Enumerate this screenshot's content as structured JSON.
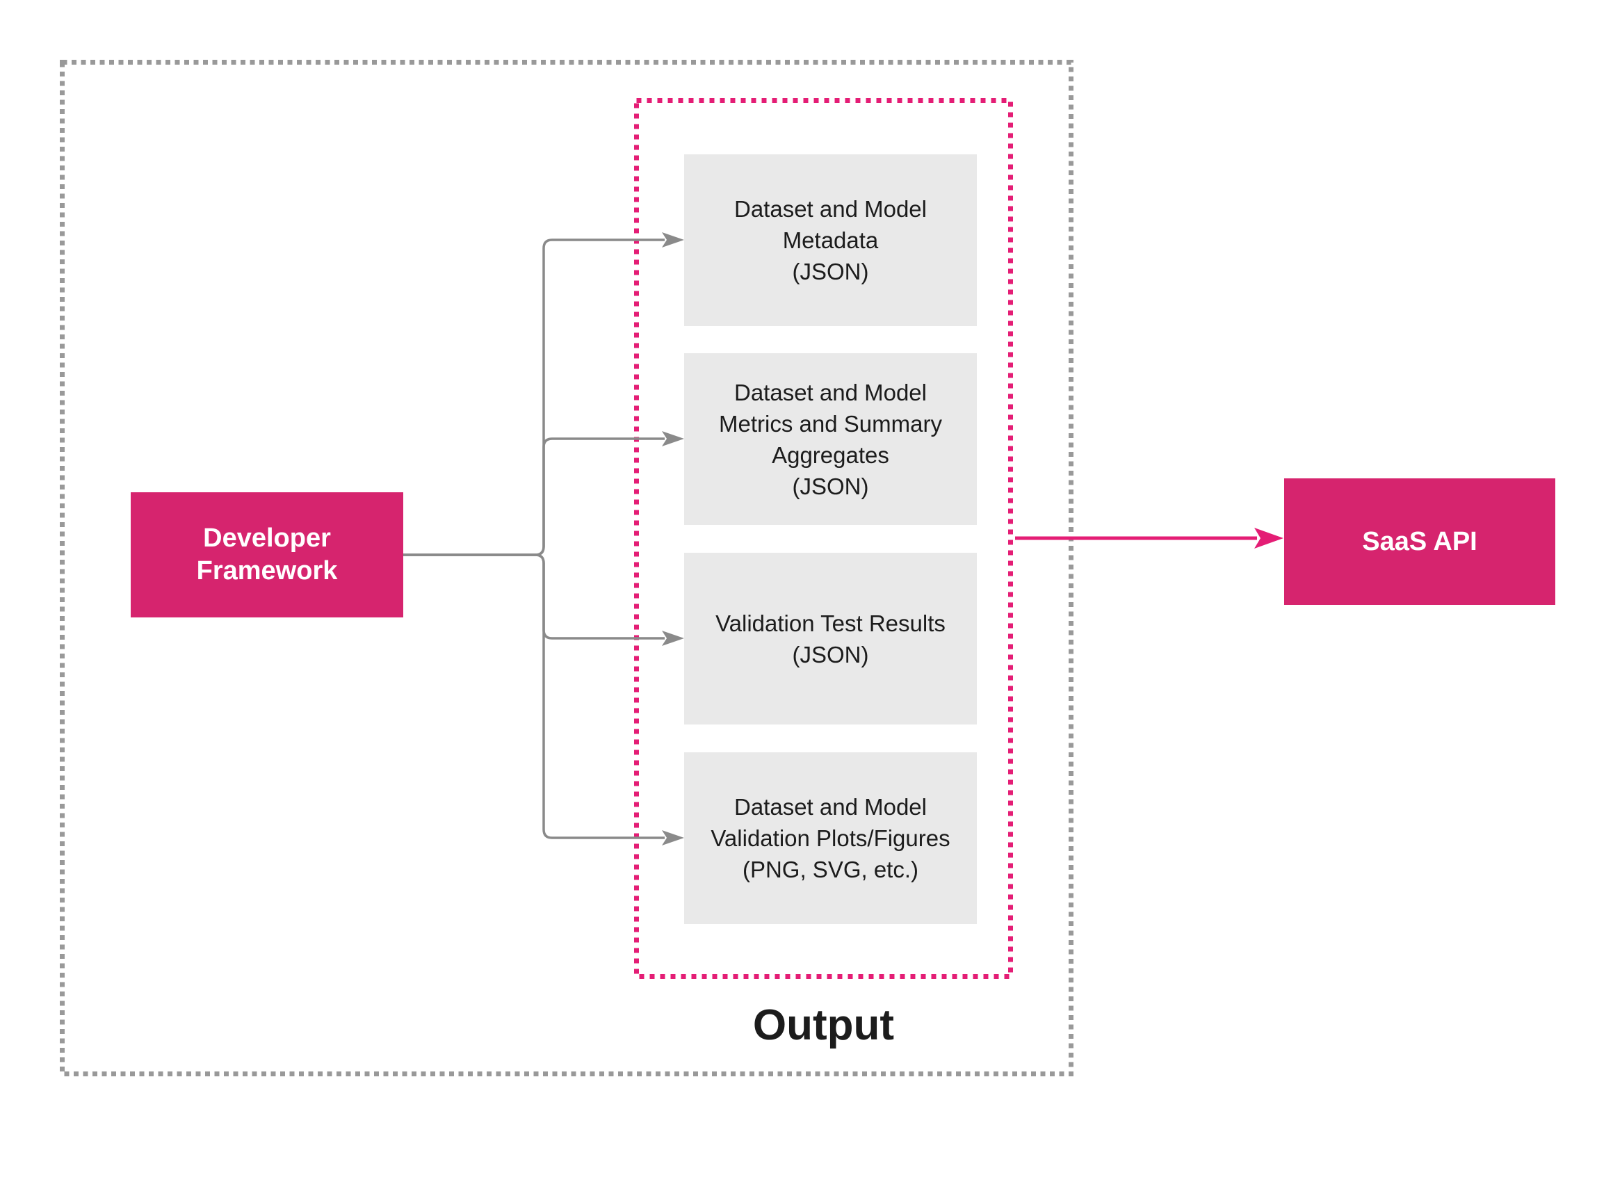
{
  "diagram": {
    "group_label": "Output",
    "nodes": {
      "developer_framework": {
        "label": "Developer\nFramework"
      },
      "saas_api": {
        "label": "SaaS API"
      },
      "outputs": [
        {
          "label": "Dataset and Model\nMetadata\n(JSON)"
        },
        {
          "label": "Dataset and Model\nMetrics and Summary\nAggregates\n(JSON)"
        },
        {
          "label": "Validation Test Results\n(JSON)"
        },
        {
          "label": "Dataset and Model\nValidation Plots/Figures\n(PNG, SVG, etc.)"
        }
      ]
    },
    "edges": {
      "developer_framework_to_outputs": "fan-out of 4 gray arrows",
      "outputs_to_saas_api": "single pink arrow"
    },
    "colors": {
      "node_pink": "#d6246e",
      "accent_pink": "#e41d75",
      "node_gray_fill": "#e9e9e9",
      "connector_gray": "#8a8a8a",
      "border_dot_gray": "#999999",
      "text_dark": "#1c1c1c",
      "text_light": "#ffffff"
    }
  }
}
